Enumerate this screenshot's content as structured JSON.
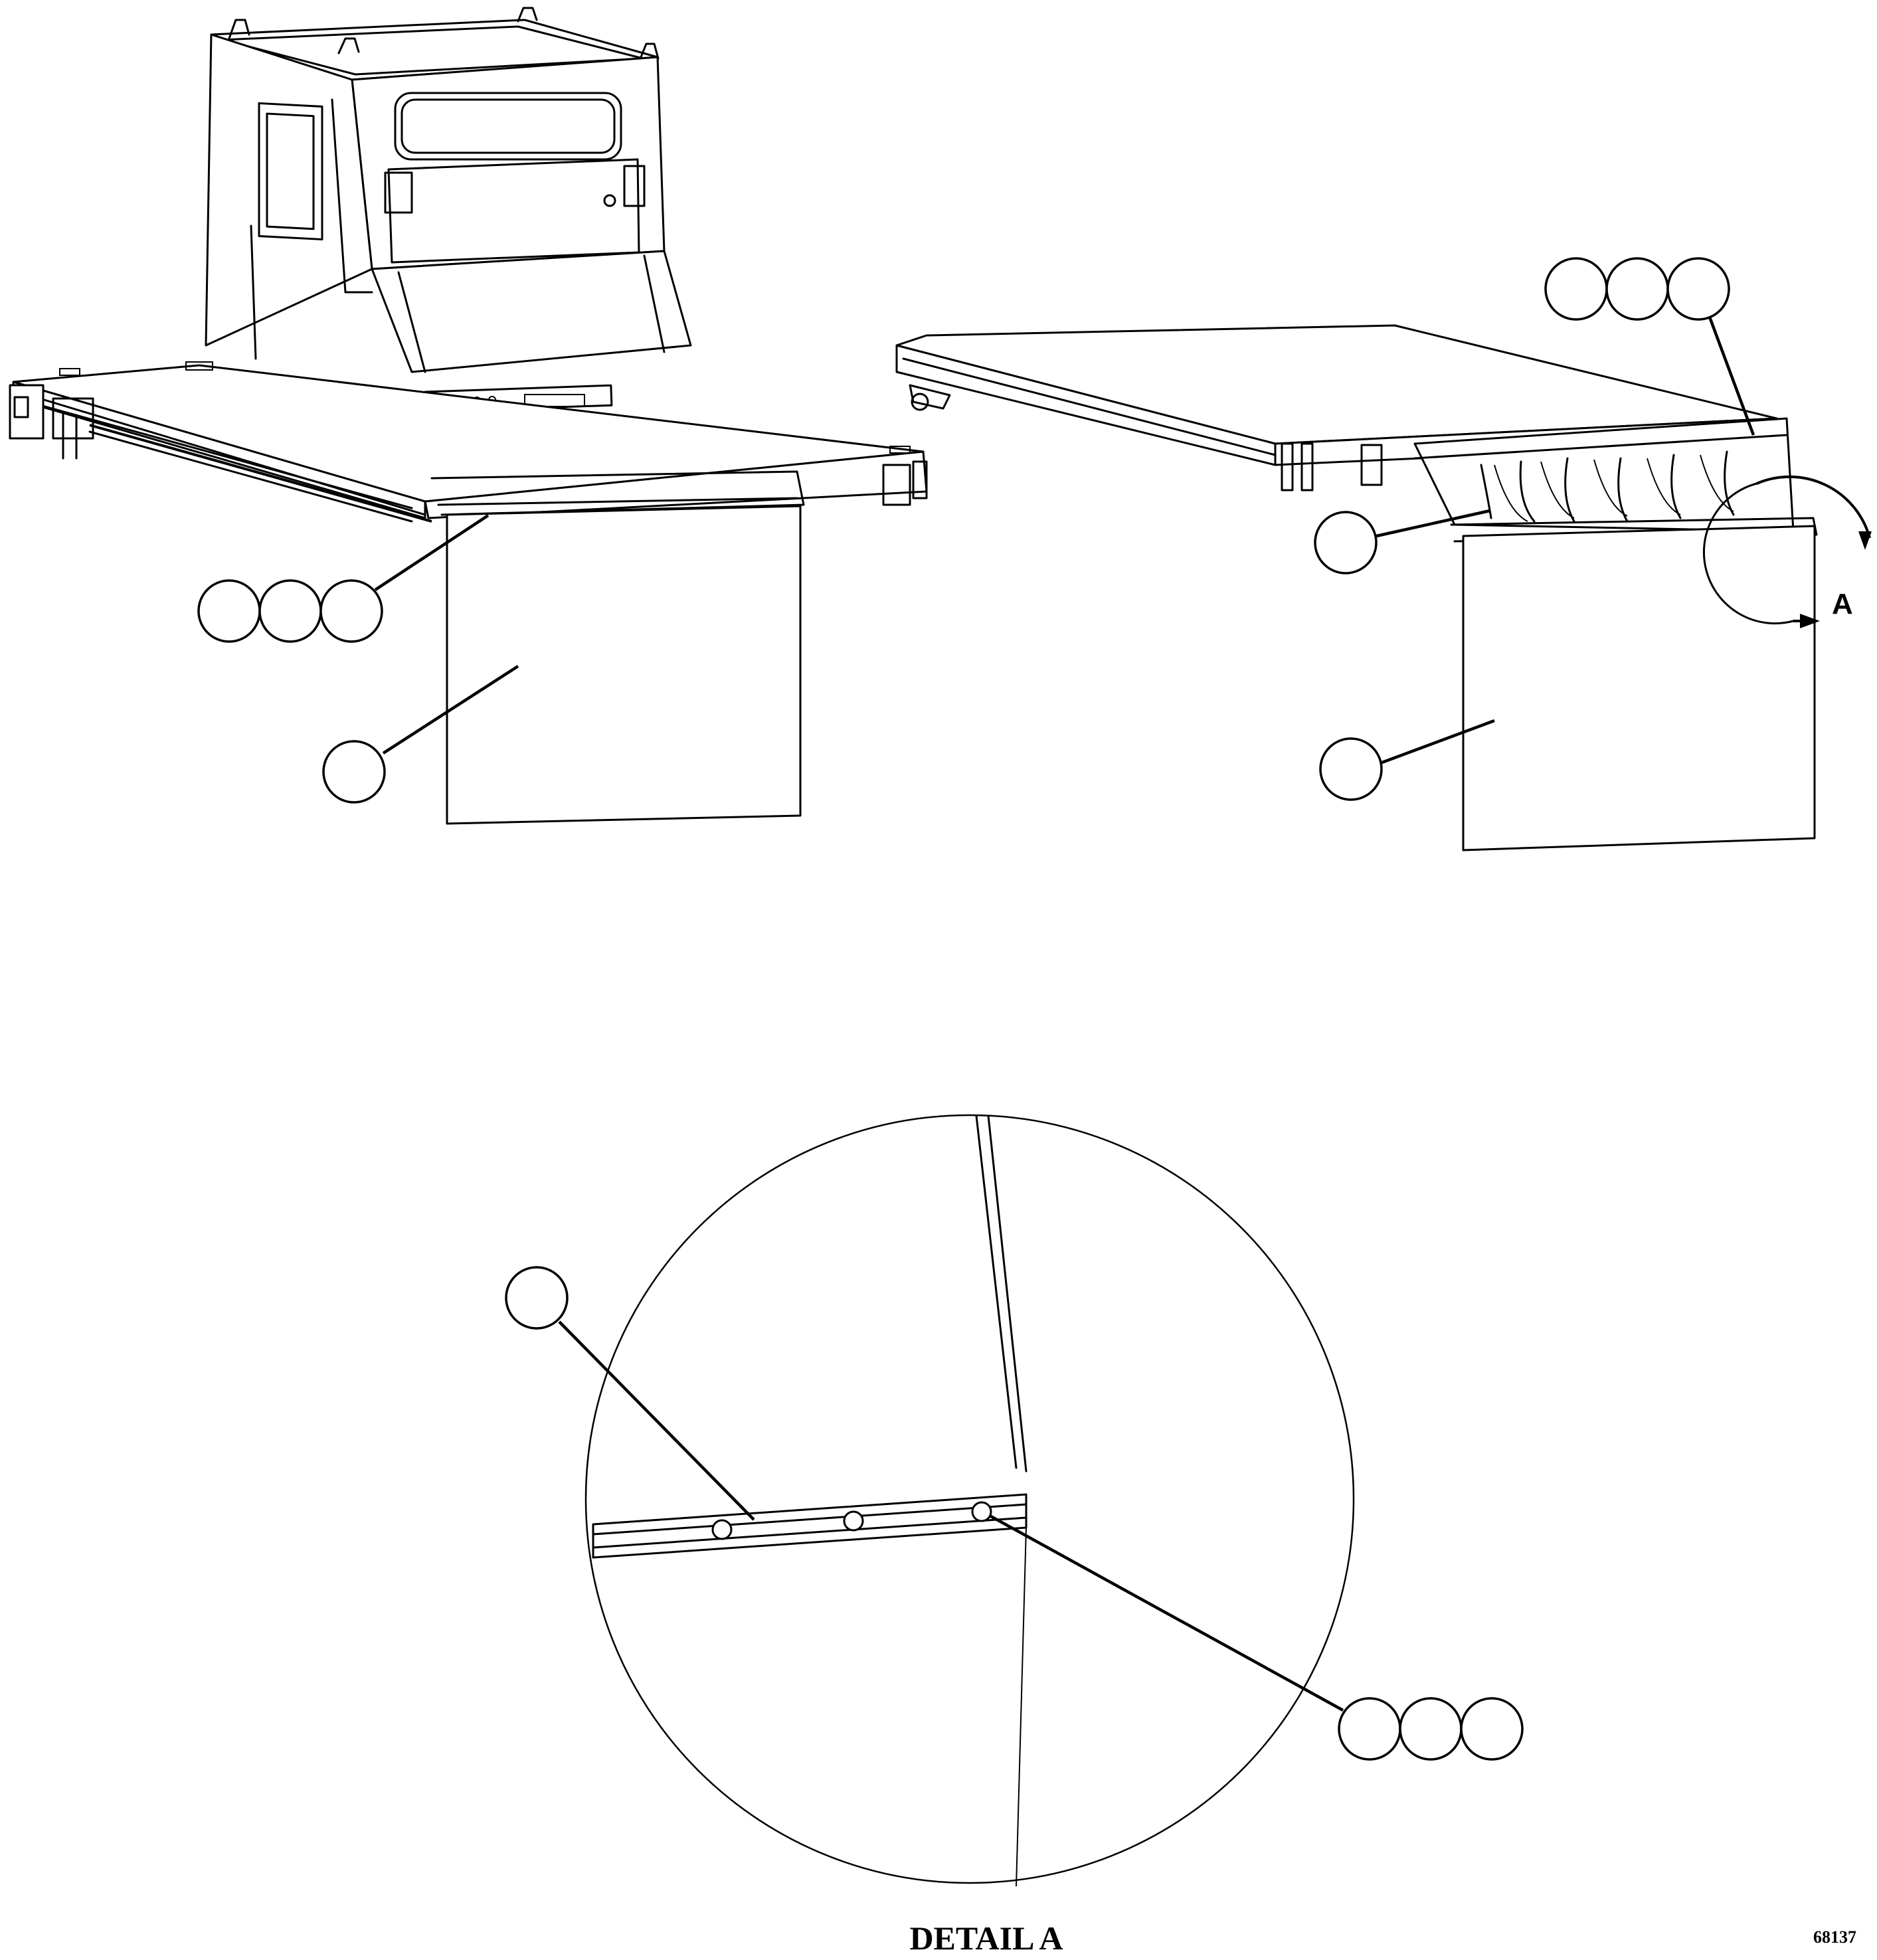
{
  "callout": {
    "view_letter": "A"
  },
  "detail": {
    "caption": "DETAIL A"
  },
  "figure": {
    "number": "68137"
  },
  "colors": {
    "line": "#000000",
    "background": "#ffffff"
  }
}
